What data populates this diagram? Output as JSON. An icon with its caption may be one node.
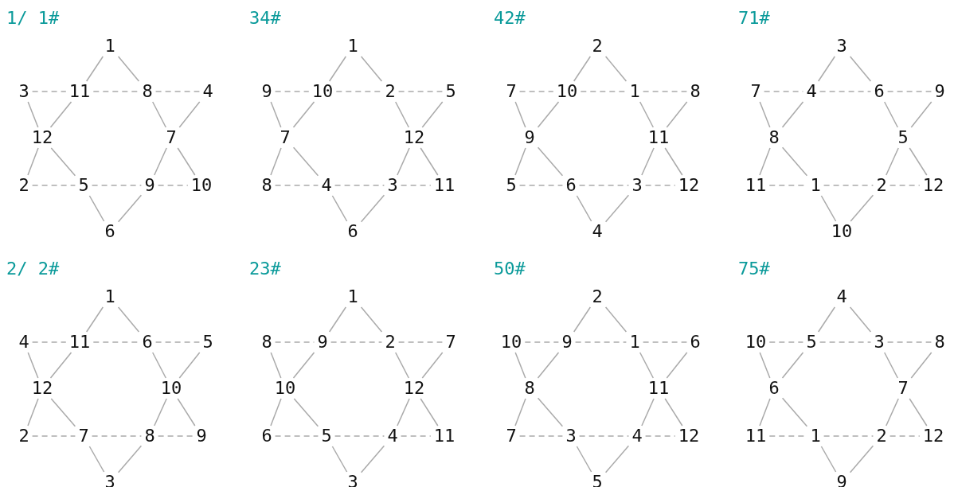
{
  "diagram": {
    "nodes": [
      {
        "text": [
          "1"
        ]
      },
      {
        "text": [
          "3"
        ]
      },
      {
        "text": [
          "11"
        ]
      },
      {
        "text": [
          "8"
        ]
      },
      {
        "text": [
          "4"
        ]
      },
      {
        "text": [
          "12"
        ]
      },
      {
        "text": [
          "7"
        ]
      },
      {
        "text": [
          "2"
        ]
      },
      {
        "text": [
          "5"
        ]
      },
      {
        "text": [
          "9"
        ]
      },
      {
        "text": [
          "10"
        ]
      },
      {
        "text": [
          "6"
        ]
      },
      {
        "text": [
          "1"
        ]
      },
      {
        "text": [
          "9"
        ]
      },
      {
        "text": [
          "10"
        ]
      },
      {
        "text": [
          "2"
        ]
      },
      {
        "text": [
          "5"
        ]
      },
      {
        "text": [
          "7"
        ]
      },
      {
        "text": [
          "12"
        ]
      },
      {
        "text": [
          "8"
        ]
      },
      {
        "text": [
          "4"
        ]
      },
      {
        "text": [
          "3"
        ]
      },
      {
        "text": [
          "11"
        ]
      },
      {
        "text": [
          "6"
        ]
      },
      {
        "text": [
          "2"
        ]
      },
      {
        "text": [
          "7"
        ]
      },
      {
        "text": [
          "10"
        ]
      },
      {
        "text": [
          "1"
        ]
      },
      {
        "text": [
          "8"
        ]
      },
      {
        "text": [
          "9"
        ]
      },
      {
        "text": [
          "11"
        ]
      },
      {
        "text": [
          "5"
        ]
      },
      {
        "text": [
          "6"
        ]
      },
      {
        "text": [
          "3"
        ]
      },
      {
        "text": [
          "12"
        ]
      },
      {
        "text": [
          "4"
        ]
      },
      {
        "text": [
          "3"
        ]
      },
      {
        "text": [
          "7"
        ]
      },
      {
        "text": [
          "4"
        ]
      },
      {
        "text": [
          "6"
        ]
      },
      {
        "text": [
          "9"
        ]
      },
      {
        "text": [
          "8"
        ]
      },
      {
        "text": [
          "5"
        ]
      },
      {
        "text": [
          "11"
        ]
      },
      {
        "text": [
          "1"
        ]
      },
      {
        "text": [
          "2"
        ]
      },
      {
        "text": [
          "12"
        ]
      },
      {
        "text": [
          "10"
        ]
      },
      {
        "text": [
          "1"
        ]
      },
      {
        "text": [
          "4"
        ]
      },
      {
        "text": [
          "11"
        ]
      },
      {
        "text": [
          "6"
        ]
      },
      {
        "text": [
          "5"
        ]
      },
      {
        "text": [
          "12"
        ]
      },
      {
        "text": [
          "10"
        ]
      },
      {
        "text": [
          "2"
        ]
      },
      {
        "text": [
          "7"
        ]
      },
      {
        "text": [
          "8"
        ]
      },
      {
        "text": [
          "9"
        ]
      },
      {
        "text": [
          "3"
        ]
      },
      {
        "text": [
          "1"
        ]
      },
      {
        "text": [
          "8"
        ]
      },
      {
        "text": [
          "9"
        ]
      },
      {
        "text": [
          "2"
        ]
      },
      {
        "text": [
          "7"
        ]
      },
      {
        "text": [
          "10"
        ]
      },
      {
        "text": [
          "12"
        ]
      },
      {
        "text": [
          "6"
        ]
      },
      {
        "text": [
          "5"
        ]
      },
      {
        "text": [
          "4"
        ]
      },
      {
        "text": [
          "11"
        ]
      },
      {
        "text": [
          "3"
        ]
      },
      {
        "text": [
          "2"
        ]
      },
      {
        "text": [
          "10"
        ]
      },
      {
        "text": [
          "9"
        ]
      },
      {
        "text": [
          "1"
        ]
      },
      {
        "text": [
          "6"
        ]
      },
      {
        "text": [
          "8"
        ]
      },
      {
        "text": [
          "11"
        ]
      },
      {
        "text": [
          "7"
        ]
      },
      {
        "text": [
          "3"
        ]
      },
      {
        "text": [
          "4"
        ]
      },
      {
        "text": [
          "12"
        ]
      },
      {
        "text": [
          "5"
        ]
      },
      {
        "text": [
          "4"
        ]
      },
      {
        "text": [
          "10"
        ]
      },
      {
        "text": [
          "5"
        ]
      },
      {
        "text": [
          "3"
        ]
      },
      {
        "text": [
          "8"
        ]
      },
      {
        "text": [
          "6"
        ]
      },
      {
        "text": [
          "7"
        ]
      },
      {
        "text": [
          "11"
        ]
      },
      {
        "text": [
          "1"
        ]
      },
      {
        "text": [
          "2"
        ]
      },
      {
        "text": [
          "12"
        ]
      },
      {
        "text": [
          "9"
        ]
      }
    ],
    "edges": [
      {
        "from": 1,
        "to": 2,
        "arrow": "none",
        "style": "dashed"
      },
      {
        "from": 2,
        "to": 3,
        "arrow": "none",
        "style": "dashed"
      },
      {
        "from": 3,
        "to": 4,
        "arrow": "none",
        "style": "dashed"
      },
      {
        "from": 7,
        "to": 8,
        "arrow": "none",
        "style": "dashed"
      },
      {
        "from": 8,
        "to": 9,
        "arrow": "none",
        "style": "dashed"
      },
      {
        "from": 9,
        "to": 10,
        "arrow": "none",
        "style": "dashed"
      },
      {
        "from": 0,
        "to": 2,
        "arrow": "none"
      },
      {
        "from": 2,
        "to": 5,
        "arrow": "none"
      },
      {
        "from": 5,
        "to": 7,
        "arrow": "none"
      },
      {
        "from": 0,
        "to": 3,
        "arrow": "none"
      },
      {
        "from": 3,
        "to": 6,
        "arrow": "none"
      },
      {
        "from": 6,
        "to": 10,
        "arrow": "none"
      },
      {
        "from": 1,
        "to": 5,
        "arrow": "none"
      },
      {
        "from": 5,
        "to": 8,
        "arrow": "none"
      },
      {
        "from": 8,
        "to": 11,
        "arrow": "none"
      },
      {
        "from": 4,
        "to": 6,
        "arrow": "none"
      },
      {
        "from": 6,
        "to": 9,
        "arrow": "none"
      },
      {
        "from": 9,
        "to": 11,
        "arrow": "none"
      },
      {
        "from": 13,
        "to": 14,
        "arrow": "none",
        "style": "dashed"
      },
      {
        "from": 14,
        "to": 15,
        "arrow": "none",
        "style": "dashed"
      },
      {
        "from": 15,
        "to": 16,
        "arrow": "none",
        "style": "dashed"
      },
      {
        "from": 19,
        "to": 20,
        "arrow": "none",
        "style": "dashed"
      },
      {
        "from": 20,
        "to": 21,
        "arrow": "none",
        "style": "dashed"
      },
      {
        "from": 21,
        "to": 22,
        "arrow": "none",
        "style": "dashed"
      },
      {
        "from": 12,
        "to": 14,
        "arrow": "none"
      },
      {
        "from": 14,
        "to": 17,
        "arrow": "none"
      },
      {
        "from": 17,
        "to": 19,
        "arrow": "none"
      },
      {
        "from": 12,
        "to": 15,
        "arrow": "none"
      },
      {
        "from": 15,
        "to": 18,
        "arrow": "none"
      },
      {
        "from": 18,
        "to": 22,
        "arrow": "none"
      },
      {
        "from": 13,
        "to": 17,
        "arrow": "none"
      },
      {
        "from": 17,
        "to": 20,
        "arrow": "none"
      },
      {
        "from": 20,
        "to": 23,
        "arrow": "none"
      },
      {
        "from": 16,
        "to": 18,
        "arrow": "none"
      },
      {
        "from": 18,
        "to": 21,
        "arrow": "none"
      },
      {
        "from": 21,
        "to": 23,
        "arrow": "none"
      },
      {
        "from": 25,
        "to": 26,
        "arrow": "none",
        "style": "dashed"
      },
      {
        "from": 26,
        "to": 27,
        "arrow": "none",
        "style": "dashed"
      },
      {
        "from": 27,
        "to": 28,
        "arrow": "none",
        "style": "dashed"
      },
      {
        "from": 31,
        "to": 32,
        "arrow": "none",
        "style": "dashed"
      },
      {
        "from": 32,
        "to": 33,
        "arrow": "none",
        "style": "dashed"
      },
      {
        "from": 33,
        "to": 34,
        "arrow": "none",
        "style": "dashed"
      },
      {
        "from": 24,
        "to": 26,
        "arrow": "none"
      },
      {
        "from": 26,
        "to": 29,
        "arrow": "none"
      },
      {
        "from": 29,
        "to": 31,
        "arrow": "none"
      },
      {
        "from": 24,
        "to": 27,
        "arrow": "none"
      },
      {
        "from": 27,
        "to": 30,
        "arrow": "none"
      },
      {
        "from": 30,
        "to": 34,
        "arrow": "none"
      },
      {
        "from": 25,
        "to": 29,
        "arrow": "none"
      },
      {
        "from": 29,
        "to": 32,
        "arrow": "none"
      },
      {
        "from": 32,
        "to": 35,
        "arrow": "none"
      },
      {
        "from": 28,
        "to": 30,
        "arrow": "none"
      },
      {
        "from": 30,
        "to": 33,
        "arrow": "none"
      },
      {
        "from": 33,
        "to": 35,
        "arrow": "none"
      },
      {
        "from": 37,
        "to": 38,
        "arrow": "none",
        "style": "dashed"
      },
      {
        "from": 38,
        "to": 39,
        "arrow": "none",
        "style": "dashed"
      },
      {
        "from": 39,
        "to": 40,
        "arrow": "none",
        "style": "dashed"
      },
      {
        "from": 43,
        "to": 44,
        "arrow": "none",
        "style": "dashed"
      },
      {
        "from": 44,
        "to": 45,
        "arrow": "none",
        "style": "dashed"
      },
      {
        "from": 45,
        "to": 46,
        "arrow": "none",
        "style": "dashed"
      },
      {
        "from": 36,
        "to": 38,
        "arrow": "none"
      },
      {
        "from": 38,
        "to": 41,
        "arrow": "none"
      },
      {
        "from": 41,
        "to": 43,
        "arrow": "none"
      },
      {
        "from": 36,
        "to": 39,
        "arrow": "none"
      },
      {
        "from": 39,
        "to": 42,
        "arrow": "none"
      },
      {
        "from": 42,
        "to": 46,
        "arrow": "none"
      },
      {
        "from": 37,
        "to": 41,
        "arrow": "none"
      },
      {
        "from": 41,
        "to": 44,
        "arrow": "none"
      },
      {
        "from": 44,
        "to": 47,
        "arrow": "none"
      },
      {
        "from": 40,
        "to": 42,
        "arrow": "none"
      },
      {
        "from": 42,
        "to": 45,
        "arrow": "none"
      },
      {
        "from": 45,
        "to": 47,
        "arrow": "none"
      },
      {
        "from": 49,
        "to": 50,
        "arrow": "none",
        "style": "dashed"
      },
      {
        "from": 50,
        "to": 51,
        "arrow": "none",
        "style": "dashed"
      },
      {
        "from": 51,
        "to": 52,
        "arrow": "none",
        "style": "dashed"
      },
      {
        "from": 55,
        "to": 56,
        "arrow": "none",
        "style": "dashed"
      },
      {
        "from": 56,
        "to": 57,
        "arrow": "none",
        "style": "dashed"
      },
      {
        "from": 57,
        "to": 58,
        "arrow": "none",
        "style": "dashed"
      },
      {
        "from": 48,
        "to": 50,
        "arrow": "none"
      },
      {
        "from": 50,
        "to": 53,
        "arrow": "none"
      },
      {
        "from": 53,
        "to": 55,
        "arrow": "none"
      },
      {
        "from": 48,
        "to": 51,
        "arrow": "none"
      },
      {
        "from": 51,
        "to": 54,
        "arrow": "none"
      },
      {
        "from": 54,
        "to": 58,
        "arrow": "none"
      },
      {
        "from": 49,
        "to": 53,
        "arrow": "none"
      },
      {
        "from": 53,
        "to": 56,
        "arrow": "none"
      },
      {
        "from": 56,
        "to": 59,
        "arrow": "none"
      },
      {
        "from": 52,
        "to": 54,
        "arrow": "none"
      },
      {
        "from": 54,
        "to": 57,
        "arrow": "none"
      },
      {
        "from": 57,
        "to": 59,
        "arrow": "none"
      },
      {
        "from": 61,
        "to": 62,
        "arrow": "none",
        "style": "dashed"
      },
      {
        "from": 62,
        "to": 63,
        "arrow": "none",
        "style": "dashed"
      },
      {
        "from": 63,
        "to": 64,
        "arrow": "none",
        "style": "dashed"
      },
      {
        "from": 67,
        "to": 68,
        "arrow": "none",
        "style": "dashed"
      },
      {
        "from": 68,
        "to": 69,
        "arrow": "none",
        "style": "dashed"
      },
      {
        "from": 69,
        "to": 70,
        "arrow": "none",
        "style": "dashed"
      },
      {
        "from": 60,
        "to": 62,
        "arrow": "none"
      },
      {
        "from": 62,
        "to": 65,
        "arrow": "none"
      },
      {
        "from": 65,
        "to": 67,
        "arrow": "none"
      },
      {
        "from": 60,
        "to": 63,
        "arrow": "none"
      },
      {
        "from": 63,
        "to": 66,
        "arrow": "none"
      },
      {
        "from": 66,
        "to": 70,
        "arrow": "none"
      },
      {
        "from": 61,
        "to": 65,
        "arrow": "none"
      },
      {
        "from": 65,
        "to": 68,
        "arrow": "none"
      },
      {
        "from": 68,
        "to": 71,
        "arrow": "none"
      },
      {
        "from": 64,
        "to": 66,
        "arrow": "none"
      },
      {
        "from": 66,
        "to": 69,
        "arrow": "none"
      },
      {
        "from": 69,
        "to": 71,
        "arrow": "none"
      },
      {
        "from": 73,
        "to": 74,
        "arrow": "none",
        "style": "dashed"
      },
      {
        "from": 74,
        "to": 75,
        "arrow": "none",
        "style": "dashed"
      },
      {
        "from": 75,
        "to": 76,
        "arrow": "none",
        "style": "dashed"
      },
      {
        "from": 79,
        "to": 80,
        "arrow": "none",
        "style": "dashed"
      },
      {
        "from": 80,
        "to": 81,
        "arrow": "none",
        "style": "dashed"
      },
      {
        "from": 81,
        "to": 82,
        "arrow": "none",
        "style": "dashed"
      },
      {
        "from": 72,
        "to": 74,
        "arrow": "none"
      },
      {
        "from": 74,
        "to": 77,
        "arrow": "none"
      },
      {
        "from": 77,
        "to": 79,
        "arrow": "none"
      },
      {
        "from": 72,
        "to": 75,
        "arrow": "none"
      },
      {
        "from": 75,
        "to": 78,
        "arrow": "none"
      },
      {
        "from": 78,
        "to": 82,
        "arrow": "none"
      },
      {
        "from": 73,
        "to": 77,
        "arrow": "none"
      },
      {
        "from": 77,
        "to": 80,
        "arrow": "none"
      },
      {
        "from": 80,
        "to": 83,
        "arrow": "none"
      },
      {
        "from": 76,
        "to": 78,
        "arrow": "none"
      },
      {
        "from": 78,
        "to": 81,
        "arrow": "none"
      },
      {
        "from": 81,
        "to": 83,
        "arrow": "none"
      },
      {
        "from": 85,
        "to": 86,
        "arrow": "none",
        "style": "dashed"
      },
      {
        "from": 86,
        "to": 87,
        "arrow": "none",
        "style": "dashed"
      },
      {
        "from": 87,
        "to": 88,
        "arrow": "none",
        "style": "dashed"
      },
      {
        "from": 91,
        "to": 92,
        "arrow": "none",
        "style": "dashed"
      },
      {
        "from": 92,
        "to": 93,
        "arrow": "none",
        "style": "dashed"
      },
      {
        "from": 93,
        "to": 94,
        "arrow": "none",
        "style": "dashed"
      },
      {
        "from": 84,
        "to": 86,
        "arrow": "none"
      },
      {
        "from": 86,
        "to": 89,
        "arrow": "none"
      },
      {
        "from": 89,
        "to": 91,
        "arrow": "none"
      },
      {
        "from": 84,
        "to": 87,
        "arrow": "none"
      },
      {
        "from": 87,
        "to": 90,
        "arrow": "none"
      },
      {
        "from": 90,
        "to": 94,
        "arrow": "none"
      },
      {
        "from": 85,
        "to": 89,
        "arrow": "none"
      },
      {
        "from": 89,
        "to": 92,
        "arrow": "none"
      },
      {
        "from": 92,
        "to": 95,
        "arrow": "none"
      },
      {
        "from": 88,
        "to": 90,
        "arrow": "none"
      },
      {
        "from": 90,
        "to": 93,
        "arrow": "none"
      },
      {
        "from": 93,
        "to": 95,
        "arrow": "none"
      }
    ],
    "labels": [
      "1/ 1#",
      "34#",
      "42#",
      "71#",
      "2/ 2#",
      "23#",
      "50#",
      "75#"
    ]
  }
}
